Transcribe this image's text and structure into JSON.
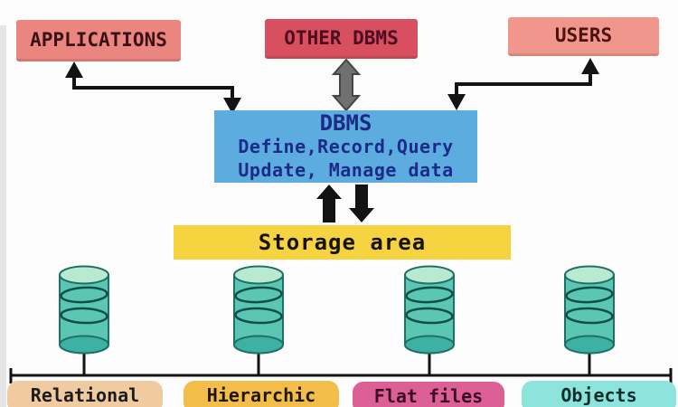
{
  "nodes": {
    "applications": {
      "label": "APPLICATIONS"
    },
    "other_dbms": {
      "label": "OTHER DBMS"
    },
    "users": {
      "label": "USERS"
    },
    "dbms": {
      "title": "DBMS",
      "line1": "Define,Record,Query",
      "line2": "Update, Manage data"
    },
    "storage": {
      "label": "Storage area"
    },
    "db_types": [
      {
        "label": "Relational"
      },
      {
        "label": "Hierarchic"
      },
      {
        "label": "Flat files"
      },
      {
        "label": "Objects"
      }
    ]
  },
  "edges": [
    {
      "from": "applications",
      "to": "dbms",
      "style": "black-elbow-double-arrow"
    },
    {
      "from": "other_dbms",
      "to": "dbms",
      "style": "gray-block-double-arrow"
    },
    {
      "from": "users",
      "to": "dbms",
      "style": "black-elbow-double-arrow"
    },
    {
      "from": "dbms",
      "to": "storage",
      "style": "black-block-up-and-down-arrows"
    },
    {
      "from": "storage",
      "to": "db_types",
      "style": "bracket-with-database-cylinders"
    }
  ],
  "icons": {
    "database_cylinder_count": 4
  },
  "colors": {
    "background": "#fcfcfc",
    "applications_box": "#ea8580",
    "other_dbms_box": "#d84f5f",
    "users_box": "#f0968c",
    "dbms_box": "#5cace0",
    "dbms_text": "#1c2b87",
    "storage_box": "#f6d441",
    "relational_box": "#f0cba1",
    "hierarchic_box": "#f3bd4a",
    "flat_files_box": "#dc5f95",
    "objects_box": "#8ce4dc",
    "cylinder_body": "#5ac6b3",
    "cylinder_top": "#b9e9d1",
    "cylinder_outline": "#1f7065",
    "arrow_black": "#131313",
    "arrow_gray": "#707070"
  }
}
